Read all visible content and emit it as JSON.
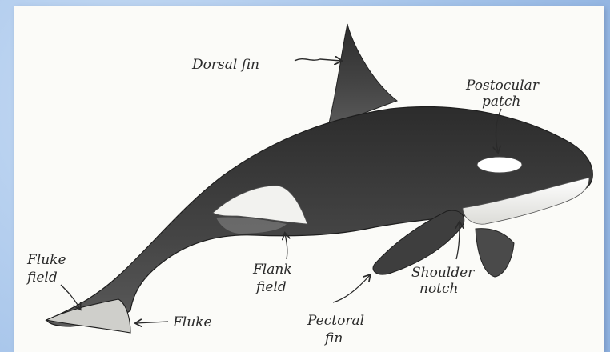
{
  "diagram": {
    "labels": {
      "dorsal_fin": "Dorsal fin",
      "postocular_patch_line1": "Postocular",
      "postocular_patch_line2": "patch",
      "fluke_field_line1": "Fluke",
      "fluke_field_line2": "field",
      "flank_field_line1": "Flank",
      "flank_field_line2": "field",
      "pectoral_fin_line1": "Pectoral",
      "pectoral_fin_line2": "fin",
      "shoulder_notch_line1": "Shoulder",
      "shoulder_notch_line2": "notch",
      "fluke": "Fluke"
    },
    "colors": {
      "background": "#aac8ec",
      "paper": "#fbfbf8",
      "body_dark": "#3a3a3a",
      "white_patch": "#f4f4f2",
      "ink": "#2a2a2a"
    }
  }
}
